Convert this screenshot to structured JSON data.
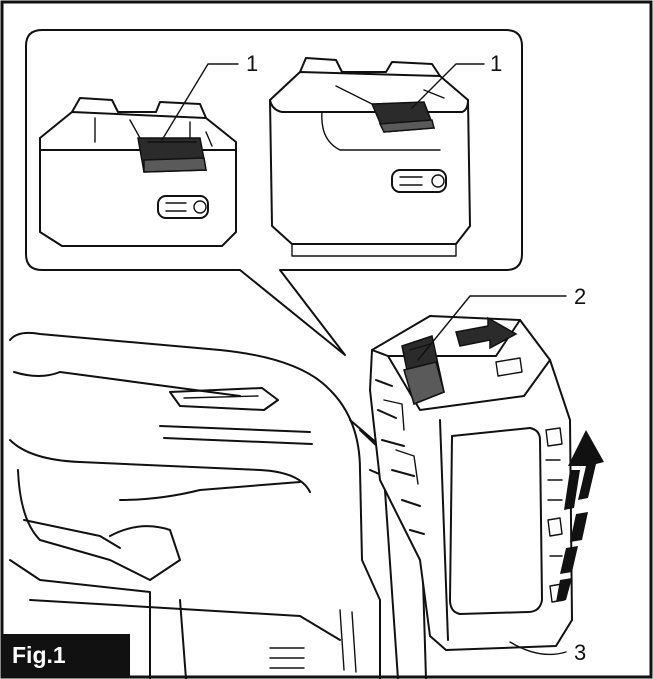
{
  "figure": {
    "label": "Fig.1"
  },
  "callouts": {
    "one_left": "1",
    "one_right": "1",
    "two": "2",
    "three": "3"
  },
  "colors": {
    "ink": "#111111",
    "fill_dark": "#2b2b2b"
  }
}
